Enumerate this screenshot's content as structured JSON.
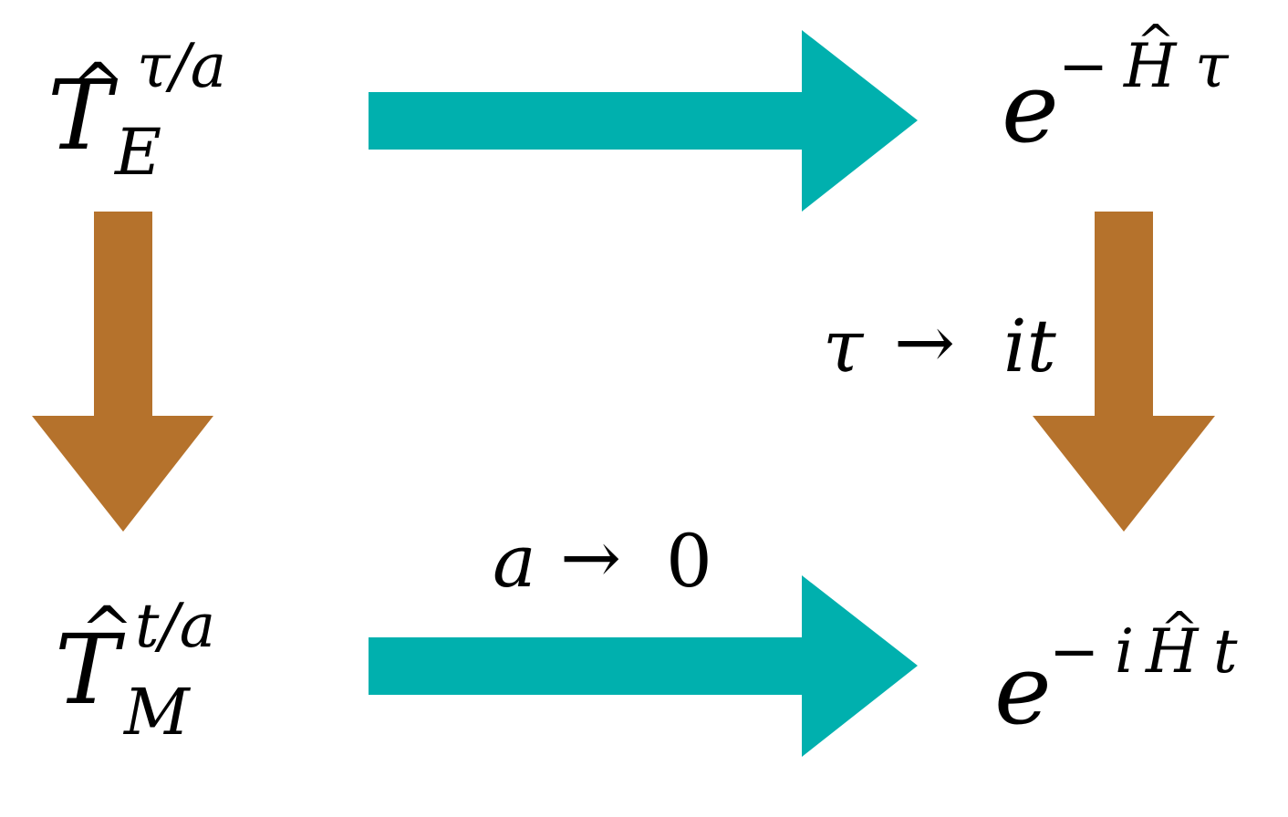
{
  "colors": {
    "horizontal_arrow": "#00b0ae",
    "vertical_arrow": "#b5722c",
    "text": "#000000"
  },
  "top_left": {
    "base": "T",
    "hat": "^",
    "superscript": "τ/a",
    "subscript": "E"
  },
  "top_right": {
    "base": "e",
    "exponent_sign": "−",
    "exponent_op": "H",
    "exponent_hat": "^",
    "exponent_var": "τ"
  },
  "bottom_left": {
    "base": "T",
    "hat": "^",
    "superscript": "t/a",
    "subscript": "M"
  },
  "bottom_right": {
    "base": "e",
    "exponent_sign": "−",
    "exponent_i": "i",
    "exponent_op": "H",
    "exponent_hat": "^",
    "exponent_var": "t"
  },
  "labels": {
    "right_vertical": {
      "from": "τ",
      "arrow": "→",
      "to": "it"
    },
    "bottom_horizontal": {
      "from": "a",
      "arrow": "→",
      "to": "0"
    }
  }
}
